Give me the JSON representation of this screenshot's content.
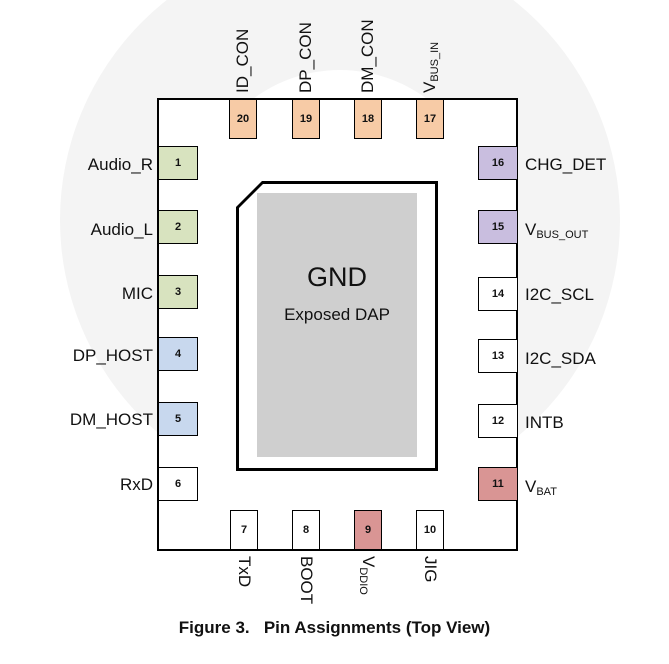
{
  "colors": {
    "green": "#d8e3bf",
    "blue": "#c8d8ee",
    "orange": "#f7cba6",
    "purple": "#c9bedf",
    "red": "#d99594",
    "white": "#ffffff"
  },
  "dap": {
    "title": "GND",
    "subtitle": "Exposed DAP"
  },
  "caption": "Figure 3.   Pin Assignments (Top View)",
  "pins": {
    "left": [
      {
        "num": "1",
        "label": "Audio_R",
        "color": "#d8e3bf"
      },
      {
        "num": "2",
        "label": "Audio_L",
        "color": "#d8e3bf"
      },
      {
        "num": "3",
        "label": "MIC",
        "color": "#d8e3bf"
      },
      {
        "num": "4",
        "label": "DP_HOST",
        "color": "#c8d8ee"
      },
      {
        "num": "5",
        "label": "DM_HOST",
        "color": "#c8d8ee"
      },
      {
        "num": "6",
        "label": "RxD",
        "color": "#ffffff"
      }
    ],
    "bottom": [
      {
        "num": "7",
        "label": "TxD",
        "color": "#ffffff"
      },
      {
        "num": "8",
        "label": "BOOT",
        "color": "#ffffff"
      },
      {
        "num": "9",
        "label": "V",
        "sub": "DDIO",
        "color": "#d99594"
      },
      {
        "num": "10",
        "label": "JIG",
        "color": "#ffffff"
      }
    ],
    "right": [
      {
        "num": "16",
        "label": "CHG_DET",
        "color": "#c9bedf"
      },
      {
        "num": "15",
        "label": "V",
        "sub": "BUS_OUT",
        "color": "#c9bedf"
      },
      {
        "num": "14",
        "label": "I2C_SCL",
        "color": "#ffffff"
      },
      {
        "num": "13",
        "label": "I2C_SDA",
        "color": "#ffffff"
      },
      {
        "num": "12",
        "label": "INTB",
        "color": "#ffffff"
      },
      {
        "num": "11",
        "label": "V",
        "sub": "BAT",
        "color": "#d99594"
      }
    ],
    "top": [
      {
        "num": "20",
        "label": "ID_CON",
        "color": "#f7cba6"
      },
      {
        "num": "19",
        "label": "DP_CON",
        "color": "#f7cba6"
      },
      {
        "num": "18",
        "label": "DM_CON",
        "color": "#f7cba6"
      },
      {
        "num": "17",
        "label": "V",
        "sub": "BUS_IN",
        "color": "#f7cba6"
      }
    ]
  }
}
